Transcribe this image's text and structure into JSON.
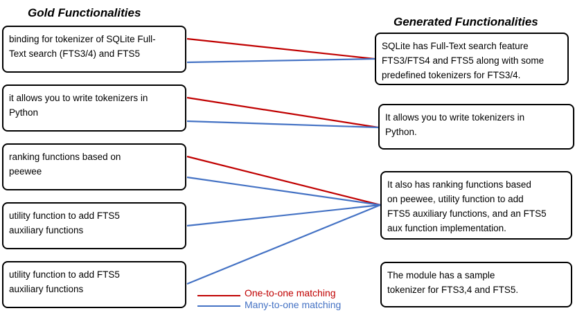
{
  "headings": {
    "gold": "Gold Functionalities",
    "generated": "Generated Functionalities"
  },
  "gold_items": [
    {
      "lines": [
        "binding for tokenizer of SQLite Full-",
        "Text  search (FTS3/4) and FTS5"
      ]
    },
    {
      "lines": [
        "it allows you to write tokenizers in",
        "Python"
      ]
    },
    {
      "lines": [
        "ranking functions based on",
        "peewee"
      ]
    },
    {
      "lines": [
        "utility function to add FTS5",
        "auxiliary functions"
      ]
    },
    {
      "lines": [
        "utility function to add FTS5",
        "auxiliary functions"
      ]
    }
  ],
  "generated_items": [
    {
      "lines": [
        "SQLite has Full-Text search feature",
        "FTS3/FTS4 and FTS5 along with some",
        "predefined tokenizers for FTS3/4."
      ]
    },
    {
      "lines": [
        "It allows you to write tokenizers in",
        "Python."
      ]
    },
    {
      "lines": [
        "It also has ranking functions     based",
        "on peewee, utility function to add",
        "FTS5 auxiliary functions, and an FTS5",
        "aux function implementation."
      ]
    },
    {
      "lines": [
        "The module has a sample",
        "tokenizer for FTS3,4 and FTS5."
      ]
    }
  ],
  "colors": {
    "one_to_one": "#c00000",
    "many_to_one": "#4472c4"
  },
  "legend": {
    "one_to_one": "One-to-one matching",
    "many_to_one": "Many-to-one matching"
  },
  "links": [
    {
      "from": 0,
      "to": 0,
      "kind": "one_to_one"
    },
    {
      "from": 0,
      "to": 0,
      "kind": "many_to_one"
    },
    {
      "from": 1,
      "to": 1,
      "kind": "one_to_one"
    },
    {
      "from": 1,
      "to": 1,
      "kind": "many_to_one"
    },
    {
      "from": 2,
      "to": 2,
      "kind": "one_to_one"
    },
    {
      "from": 2,
      "to": 2,
      "kind": "many_to_one"
    },
    {
      "from": 3,
      "to": 2,
      "kind": "many_to_one"
    },
    {
      "from": 4,
      "to": 2,
      "kind": "many_to_one"
    }
  ]
}
